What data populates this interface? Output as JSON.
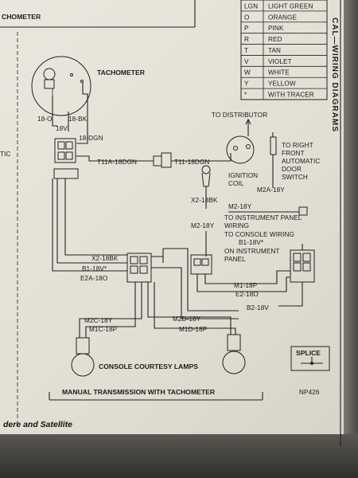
{
  "header": {
    "tachometer_fragment": "CHOMETER"
  },
  "side_fragment": "TIC",
  "vertical_title": "CAL—WIRING DIAGRAMS",
  "color_legend": [
    {
      "code": "LGN",
      "name": "LIGHT GREEN"
    },
    {
      "code": "O",
      "name": "ORANGE"
    },
    {
      "code": "P",
      "name": "PINK"
    },
    {
      "code": "R",
      "name": "RED"
    },
    {
      "code": "T",
      "name": "TAN"
    },
    {
      "code": "V",
      "name": "VIOLET"
    },
    {
      "code": "W",
      "name": "WHITE"
    },
    {
      "code": "Y",
      "name": "YELLOW"
    },
    {
      "code": "*",
      "name": "WITH TRACER"
    }
  ],
  "labels": {
    "tachometer": "TACHOMETER",
    "w18o": "18-O",
    "w18bk": "18-BK",
    "w18v": "18V",
    "w18dgn": "18-DGN",
    "t11a": "T11A-18DGN",
    "t11": "T11-18DGN",
    "to_distributor": "TO DISTRIBUTOR",
    "ignition_coil_1": "IGNITION",
    "ignition_coil_2": "COIL",
    "door_1": "TO RIGHT",
    "door_2": "FRONT",
    "door_3": "AUTOMATIC",
    "door_4": "DOOR",
    "door_5": "SWITCH",
    "m2a": "M2A-18Y",
    "x2_upper": "X2-18BK",
    "m2_18y_a": "M2-18Y",
    "m2_18y_b": "M2-18Y",
    "ip_wiring_1": "TO INSTRUMENT PANEL",
    "ip_wiring_2": "WIRING",
    "console_wiring": "TO CONSOLE WIRING",
    "b1_right": "B1-18V*",
    "on_ip_1": "ON INSTRUMENT",
    "on_ip_2": "PANEL",
    "x2_lower": "X2-18BK",
    "b1_left": "B1-18V*",
    "e2a": "E2A-18O",
    "m1_18p": "M1-18P",
    "e2_18o": "E2-18O",
    "b2_18v": "B2-18V",
    "m2c": "M2C-18Y",
    "m1c": "M1C-18P",
    "m2d": "M2D-18Y",
    "m1d": "M1D-18P",
    "console_lamps": "CONSOLE COURTESY LAMPS",
    "splice": "SPLICE",
    "diagram_title": "MANUAL TRANSMISSION WITH TACHOMETER",
    "part_code": "NP426",
    "footer": "dere and Satellite"
  }
}
